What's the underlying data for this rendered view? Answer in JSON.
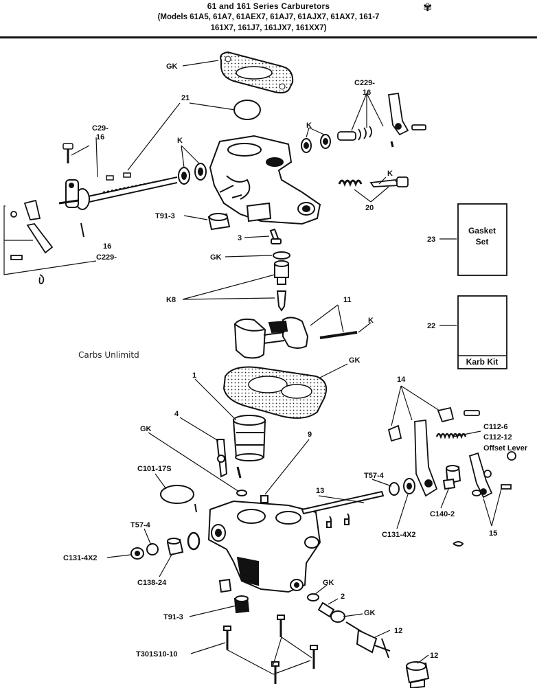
{
  "header": {
    "title": "61 and 161 Series Carburetors",
    "models_line1": "(Models 61A5, 61A7, 61AEX7, 61AJ7, 61AJX7, 61AX7, 161-7",
    "models_line2": "161X7, 161J7, 161JX7, 161XX7)"
  },
  "watermark": "Carbs Unlimitd",
  "boxes": {
    "gasket_set_number": "23",
    "gasket_set_line1": "Gasket",
    "gasket_set_line2": "Set",
    "karb_kit_number": "22",
    "karb_kit_label": "Karb Kit"
  },
  "labels": {
    "gk_top": "GK",
    "n21": "21",
    "c229_16_a": "C229-",
    "c229_16_b": "16",
    "c29_16_a": "C29-",
    "c29_16_b": "16",
    "k_left": "K",
    "k_mid": "K",
    "k_spring": "K",
    "n20": "20",
    "t91_3_top": "T91-3",
    "n3": "3",
    "n16": "16",
    "c229_left": "C229-",
    "gk_mid": "GK",
    "k8": "K8",
    "n11": "11",
    "k_float": "K",
    "gk_lower": "GK",
    "n1": "1",
    "n14": "14",
    "n4": "4",
    "c112_6": "C112-6",
    "c112_12": "C112-12",
    "offset_lever": "Offset Lever",
    "gk_c101": "GK",
    "n9": "9",
    "c101_17s": "C101-17S",
    "t57_4_right": "T57-4",
    "n13": "13",
    "c131_4x2_right": "C131-4X2",
    "c140_2": "C140-2",
    "n15": "15",
    "t57_4_left": "T57-4",
    "c131_4x2_left": "C131-4X2",
    "c138_24": "C138-24",
    "gk_bottom1": "GK",
    "n2": "2",
    "gk_bottom2": "GK",
    "t91_3_bottom": "T91-3",
    "n12a": "12",
    "n12b": "12",
    "t301s10_10": "T301S10-10"
  }
}
